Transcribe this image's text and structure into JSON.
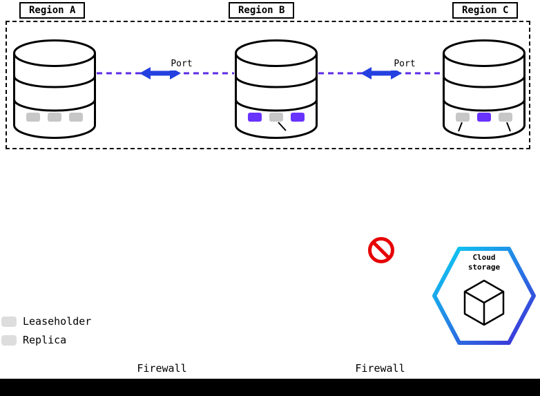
{
  "colors": {
    "leaseholder": "#6933ff",
    "replica": "#c7c7c7",
    "dash-line": "#5b2be4",
    "arrow": "#2540e0",
    "prohibited": "#e60000",
    "hex-grad-start": "#0bd3f3",
    "hex-grad-end": "#4029d6"
  },
  "regions": [
    {
      "label": "Region A",
      "squares": [
        "replica",
        "replica",
        "replica"
      ]
    },
    {
      "label": "Region B",
      "squares": [
        "leaseholder",
        "replica",
        "leaseholder"
      ]
    },
    {
      "label": "Region C",
      "squares": [
        "replica",
        "leaseholder",
        "replica"
      ]
    }
  ],
  "connections": [
    {
      "label": "Port"
    },
    {
      "label": "Port"
    }
  ],
  "cloud_storage": {
    "label": "Cloud storage"
  },
  "legend": {
    "items": [
      {
        "type": "leaseholder",
        "label": "Leaseholder"
      },
      {
        "type": "replica",
        "label": "Replica"
      }
    ]
  },
  "firewalls": [
    {
      "label": "Firewall"
    },
    {
      "label": "Firewall"
    }
  ]
}
